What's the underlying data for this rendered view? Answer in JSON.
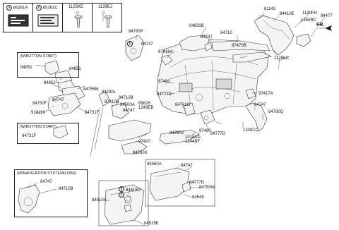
{
  "header_table": {
    "cells": [
      {
        "id": "a",
        "code": "85261A"
      },
      {
        "id": "b",
        "code": "85261C"
      },
      {
        "id": "",
        "code": "1125KE"
      },
      {
        "id": "",
        "code": "1129EJ"
      }
    ]
  },
  "fr_label": "FR.",
  "callouts": {
    "c84780P": "84780P",
    "c84747a": "84747",
    "c84830B": "84830B",
    "c84747b": "84747",
    "c84710": "84710",
    "c97470B": "97470B",
    "c81142": "81142",
    "c84410E": "84410E",
    "c1140FH": "1140FH",
    "c1350RC": "1350RC",
    "c84477": "84477",
    "c97416A": "97416A",
    "c1125KC": "1125KC",
    "c97480": "97480",
    "c84777Da": "84777D",
    "c97417A": "97417A",
    "c84747c": "84747",
    "c84780Q": "84780Q",
    "c84851": "84851",
    "c84852": "84852",
    "c84755M": "84755M",
    "c84780L": "84780L",
    "c84710B": "84710B",
    "c97410B": "97410B",
    "c94500A": "94500A",
    "c69826": "69826",
    "c1249EB": "1249EB",
    "c84747d": "84747",
    "c84750F": "84750F",
    "c84747e": "84747",
    "c91811A": "91811A",
    "c84731F": "84731F",
    "c84761G": "84761G",
    "c84760V": "84760V",
    "c1018AD": "1018AD",
    "c1244BF": "1244BF",
    "c97490": "97490",
    "c84777Db": "84777D",
    "c1339CC": "1339CC",
    "c97420": "97420",
    "c84780S": "84780S",
    "c84560A": "84560A",
    "c84747f": "84747",
    "c84777Dc": "84777D",
    "c84750W": "84750W",
    "c84545": "84545",
    "c84518G": "84518G",
    "c84510A": "84510A",
    "c84515E": "84515E"
  },
  "boxes": {
    "button_start_1": {
      "title": "(W/BUTTON START)",
      "parts": [
        "84852"
      ]
    },
    "button_start_2": {
      "title": "(W/BUTTON START)",
      "parts": [
        "84731F"
      ]
    },
    "navigation": {
      "title": "(W/NAVIGATION SYSTEM(LOW))",
      "parts": [
        "84747",
        "84710B"
      ]
    }
  },
  "circle_markers": {
    "a": "a",
    "b": "b"
  }
}
